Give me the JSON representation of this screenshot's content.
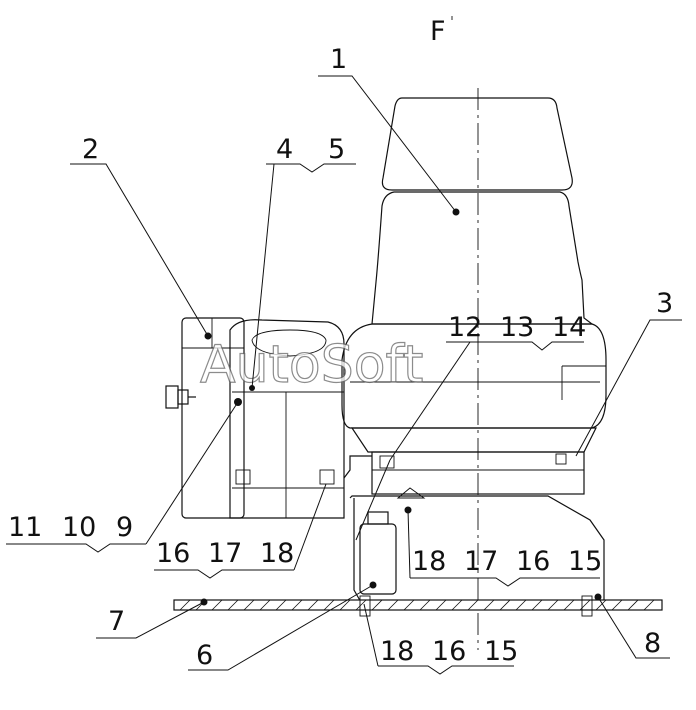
{
  "view_label": "F",
  "watermark": "AutoSoft",
  "callouts": {
    "c1": "1",
    "c2": "2",
    "c3": "3",
    "c4": "4",
    "c5": "5",
    "c6": "6",
    "c7": "7",
    "c8": "8",
    "c9": "9",
    "c10": "10",
    "c11": "11",
    "c12": "12",
    "c13": "13",
    "c14": "14",
    "g1_16": "16",
    "g1_17": "17",
    "g1_18": "18",
    "g2_18": "18",
    "g2_17": "17",
    "g2_16": "16",
    "g2_15": "15",
    "g3_18": "18",
    "g3_16": "16",
    "g3_15": "15"
  }
}
